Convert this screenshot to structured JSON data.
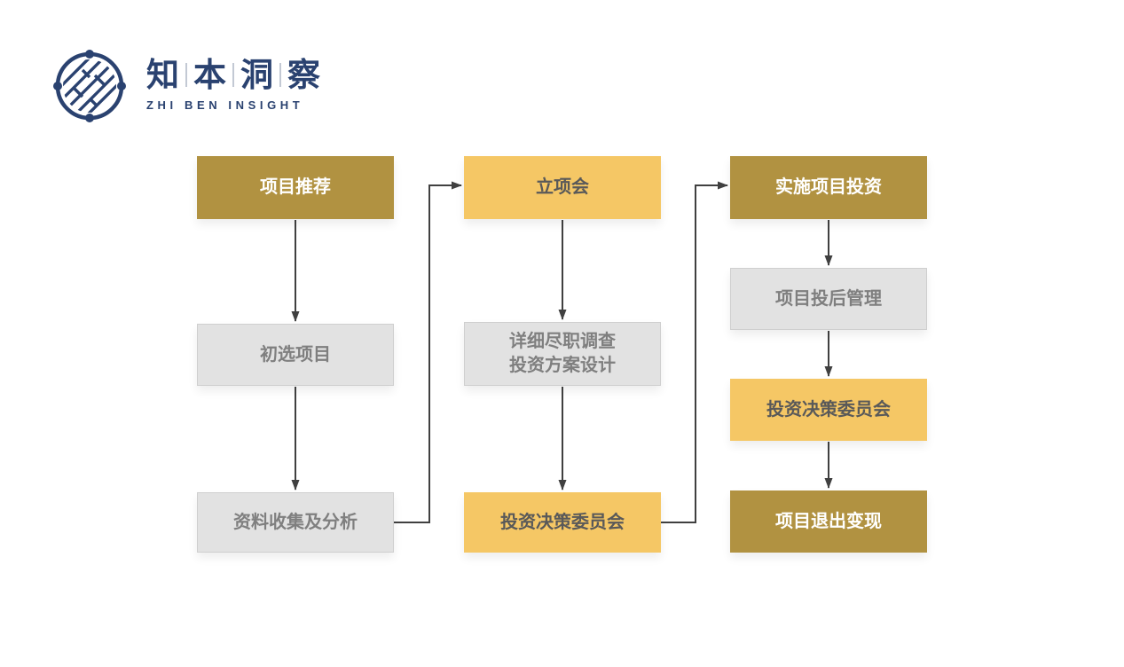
{
  "logo": {
    "name_chars": [
      "知",
      "本",
      "洞",
      "察"
    ],
    "tagline": "ZHI BEN INSIGHT",
    "navy": "#2A4270"
  },
  "colors": {
    "dark_gold": "#B19241",
    "light_gold": "#F5C765",
    "gray_box": "#E2E2E2",
    "gray_box_border": "#CFCFCF",
    "gray_text": "#7F7F7F",
    "gold_box_text": "#595959",
    "dark_box_text": "#FFFFFF",
    "arrow": "#404040",
    "background": "#FFFFFF"
  },
  "flow": {
    "columns": [
      {
        "nodes": [
          {
            "label": "项目推荐",
            "style": "dark"
          },
          {
            "label": "初选项目",
            "style": "gray"
          },
          {
            "label": "资料收集及分析",
            "style": "gray"
          }
        ]
      },
      {
        "nodes": [
          {
            "label": "立项会",
            "style": "light"
          },
          {
            "label": "详细尽职调查",
            "label2": "投资方案设计",
            "style": "gray"
          },
          {
            "label": "投资决策委员会",
            "style": "light"
          }
        ]
      },
      {
        "nodes": [
          {
            "label": "实施项目投资",
            "style": "dark"
          },
          {
            "label": "项目投后管理",
            "style": "gray"
          },
          {
            "label": "投资决策委员会",
            "style": "light"
          },
          {
            "label": "项目退出变现",
            "style": "dark"
          }
        ]
      }
    ],
    "edges": [
      {
        "from": "项目推荐",
        "to": "初选项目",
        "type": "straight-down"
      },
      {
        "from": "初选项目",
        "to": "资料收集及分析",
        "type": "straight-down"
      },
      {
        "from": "资料收集及分析",
        "to": "立项会",
        "type": "elbow-right-up-right"
      },
      {
        "from": "立项会",
        "to": "详细尽职调查 投资方案设计",
        "type": "straight-down"
      },
      {
        "from": "详细尽职调查 投资方案设计",
        "to": "投资决策委员会",
        "type": "straight-down"
      },
      {
        "from": "投资决策委员会",
        "to": "实施项目投资",
        "type": "elbow-right-up-right"
      },
      {
        "from": "实施项目投资",
        "to": "项目投后管理",
        "type": "straight-down"
      },
      {
        "from": "项目投后管理",
        "to": "投资决策委员会",
        "type": "straight-down"
      },
      {
        "from": "投资决策委员会",
        "to": "项目退出变现",
        "type": "straight-down"
      }
    ]
  }
}
